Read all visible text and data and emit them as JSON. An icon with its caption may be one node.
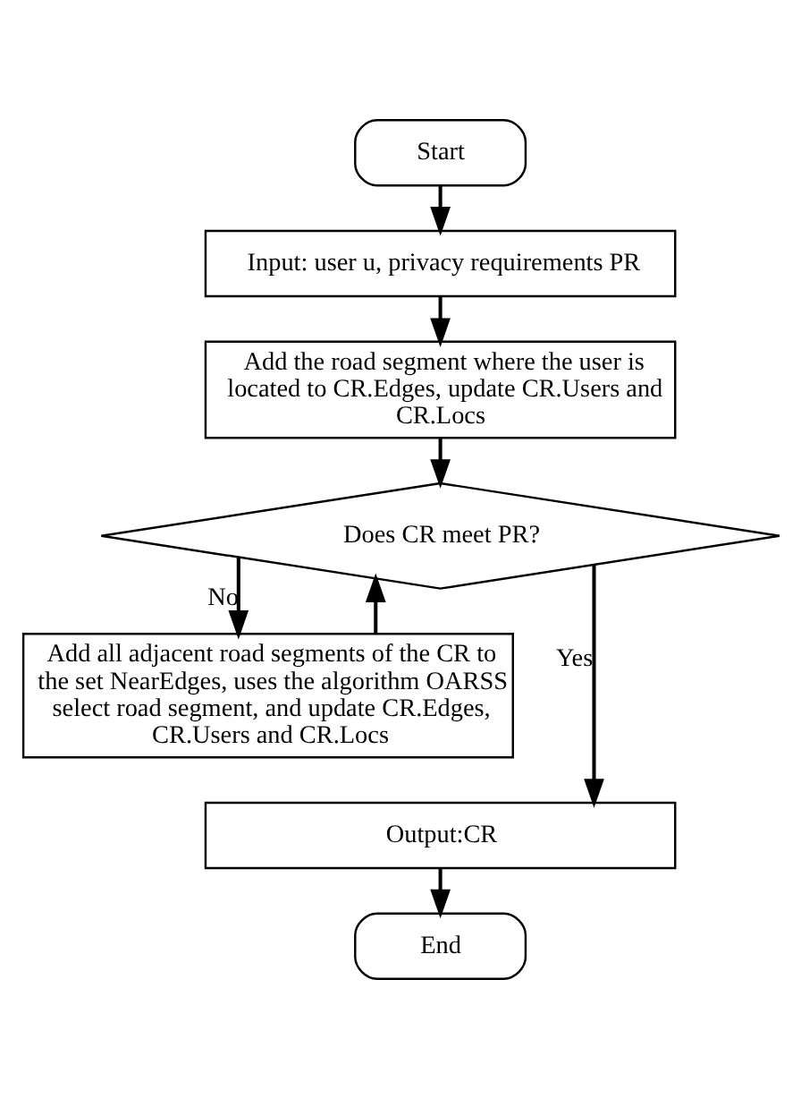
{
  "diagram": {
    "nodes": [
      {
        "text": [
          "Start"
        ]
      },
      {
        "text": [
          "Input: user u, privacy requirements PR"
        ]
      },
      {
        "text": [
          "Add the road segment where the user is located to CR.Edges, update CR.Users and CR.Locs"
        ]
      },
      {
        "text": [
          "Does CR meet PR?"
        ]
      },
      {
        "text": [
          "Add all adjacent road segments of the CR to the set NearEdges, uses the algorithm OARSS select road segment, and update CR.Edges, CR.Users and CR.Locs"
        ]
      },
      {
        "text": [
          "Output:CR"
        ]
      },
      {
        "text": [
          "End"
        ]
      }
    ],
    "edges": [
      {
        "from": 0,
        "to": 1,
        "arrow": "to"
      },
      {
        "from": 1,
        "to": 2,
        "arrow": "to"
      },
      {
        "from": 2,
        "to": 3,
        "arrow": "to"
      },
      {
        "from": 3,
        "to": 4,
        "arrow": "to",
        "label": "No"
      },
      {
        "from": 3,
        "to": 5,
        "arrow": "to",
        "label": "Yes"
      },
      {
        "from": 4,
        "to": 3,
        "arrow": "to"
      },
      {
        "from": 5,
        "to": 6,
        "arrow": "to"
      }
    ]
  }
}
